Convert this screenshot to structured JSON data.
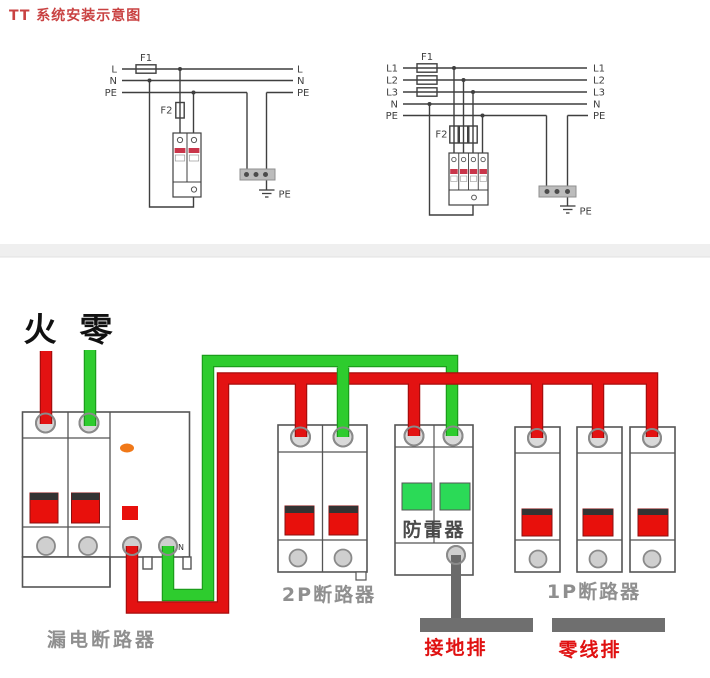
{
  "title": "TT 系统安装示意图",
  "colors": {
    "title_red": "#c94242",
    "schematic_line": "#3f3f3f",
    "wire_red": "#e31212",
    "wire_red_dark": "#a80c0c",
    "wire_green": "#2ecc2e",
    "wire_green_dark": "#1b9e1b",
    "toggle_red": "#e8100c",
    "spd_window_green": "#2bda57",
    "spd_stripe_red": "#c9354a",
    "bar_gray": "#6f6f6f",
    "device_label_gray": "#8f8f8f",
    "bar_label_red": "#e01111",
    "indicator_orange": "#f07818"
  },
  "schematic_left": {
    "fuse1": "F1",
    "fuse2": "F2",
    "lines_left": [
      "L",
      "N",
      "PE"
    ],
    "lines_right": [
      "L",
      "N",
      "PE"
    ],
    "ground": "PE"
  },
  "schematic_right": {
    "fuse1": "F1",
    "fuse2": "F2",
    "lines_left": [
      "L1",
      "L2",
      "L3",
      "N",
      "PE"
    ],
    "lines_right": [
      "L1",
      "L2",
      "L3",
      "N",
      "PE"
    ],
    "ground": "PE"
  },
  "illustration": {
    "live_label": "火",
    "neutral_label": "零",
    "rcbo_label": "漏电断路器",
    "breaker_2p_label": "2P断路器",
    "spd_label": "防雷器",
    "breaker_1p_label": "1P断路器",
    "ground_bar_label": "接地排",
    "neutral_bar_label": "零线排",
    "n_terminal_label": "N"
  }
}
